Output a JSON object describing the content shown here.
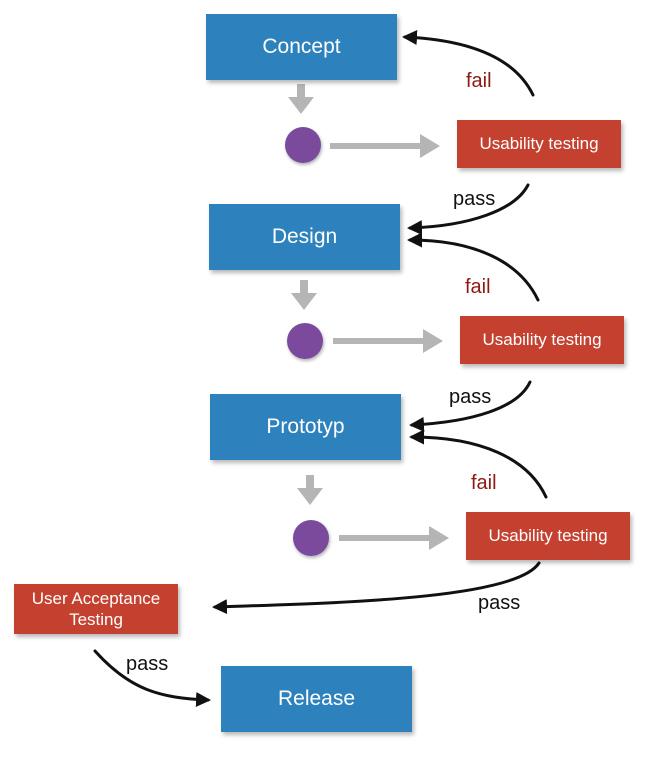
{
  "stages": {
    "concept": "Concept",
    "design": "Design",
    "prototype": "Prototyp",
    "release": "Release"
  },
  "tests": {
    "usability_1": "Usability testing",
    "usability_2": "Usability testing",
    "usability_3": "Usability testing",
    "uat": "User Acceptance Testing"
  },
  "edge_labels": {
    "fail_1": "fail",
    "pass_1": "pass",
    "fail_2": "fail",
    "pass_2": "pass",
    "fail_3": "fail",
    "pass_3": "pass",
    "pass_4": "pass"
  },
  "colors": {
    "stage": "#2d82bd",
    "test": "#c44130",
    "dot": "#7b4a9c",
    "fail_text": "#8b1a14",
    "gray_arrow": "#b5b5b5",
    "curve_arrow": "#111111"
  }
}
